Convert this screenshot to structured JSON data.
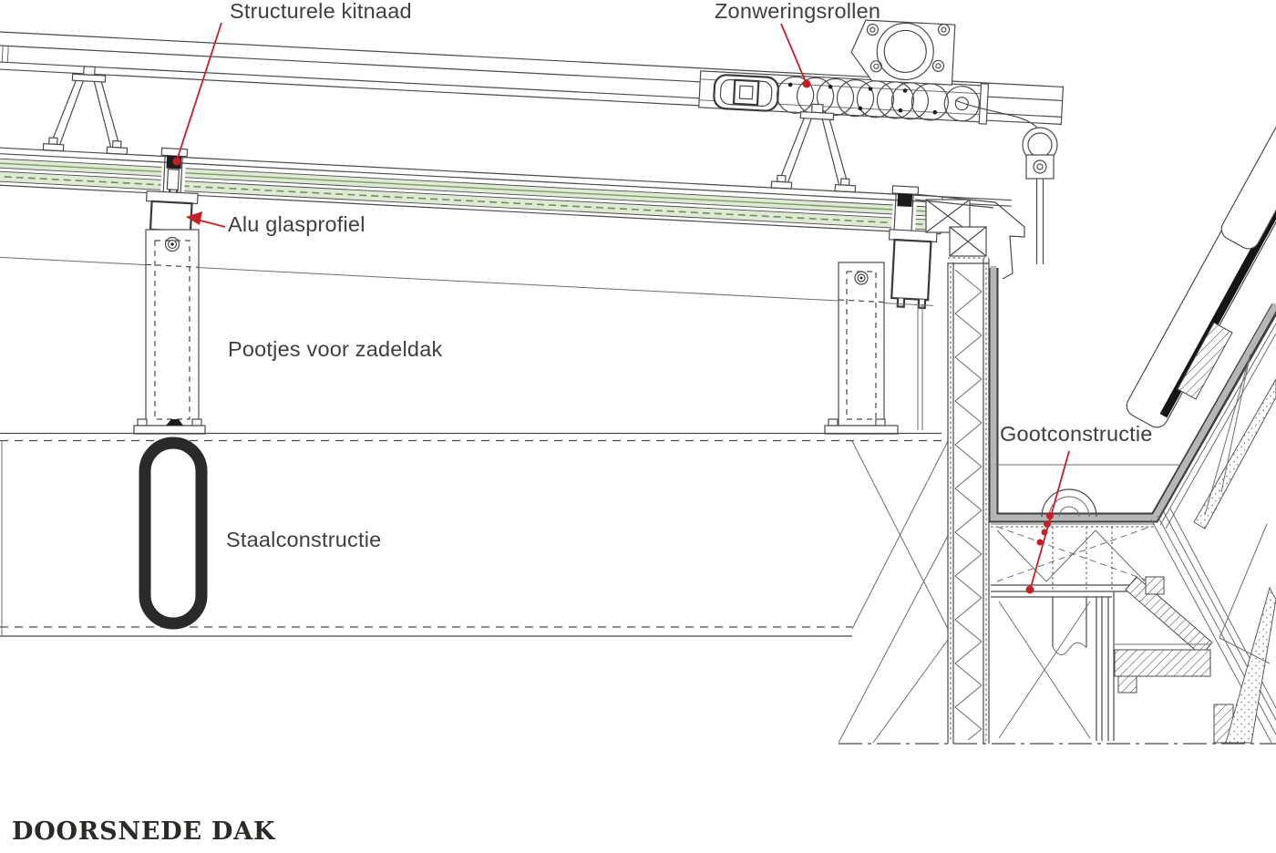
{
  "title": "DOORSNEDE DAK",
  "annotations": {
    "structurele_kitnaad": "Structurele kitnaad",
    "zonweringsrollen": "Zonweringsrollen",
    "alu_glasprofiel": "Alu glasprofiel",
    "pootjes_voor_zadeldak": "Pootjes voor zadeldak",
    "staalconstructie": "Staalconstructie",
    "gootconstructie": "Gootconstructie"
  },
  "colors": {
    "annotation_red": "#c32127",
    "glass_green": "#e0e9d6",
    "gutter_gray": "#b6b6b6",
    "line_dark": "#4b4b4b"
  }
}
